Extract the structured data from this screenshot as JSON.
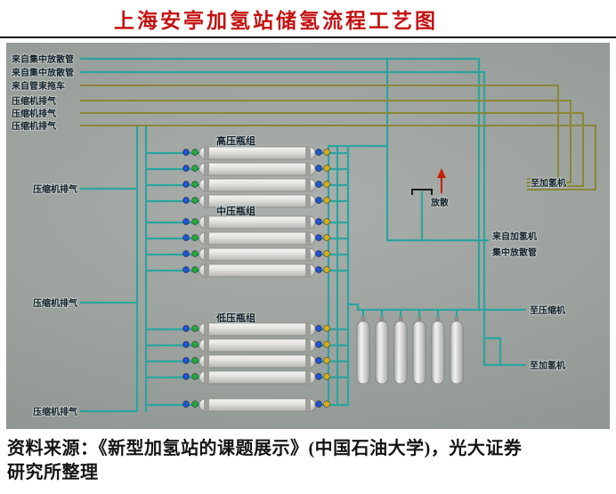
{
  "page": {
    "title": "上海安亭加氢站储氢流程工艺图",
    "source_line1": "资料来源：《新型加氢站的课题展示》(中国石油大学)，光大证券",
    "source_line2": "研究所整理"
  },
  "diagram": {
    "inlet_labels": [
      "来自集中放散管",
      "来自集中放散管",
      "来自管束拖车",
      "压缩机排气",
      "压缩机排气",
      "压缩机排气"
    ],
    "group_labels": [
      "高压瓶组",
      "中压瓶组",
      "低压瓶组"
    ],
    "feed_labels": [
      "压缩机排气",
      "压缩机排气",
      "压缩机排气"
    ],
    "vent_label": "放散",
    "outlet_labels": {
      "to_dispenser_top": "至加氢机",
      "from_dispenser_line1": "来自加氢机",
      "from_dispenser_line2": "集中放散管",
      "to_compressor": "至压缩机",
      "to_dispenser_bottom": "至加氢机"
    },
    "colors": {
      "background_gray": "#9aa09c",
      "pipe_teal": "#2ca49f",
      "pipe_olive": "#8a8736",
      "title_red": "#c41212",
      "valve_blue": "#2353cf",
      "valve_green": "#2aa63c",
      "valve_yellow": "#d4ac1c",
      "vent_arrow_red": "#c41f00"
    }
  }
}
